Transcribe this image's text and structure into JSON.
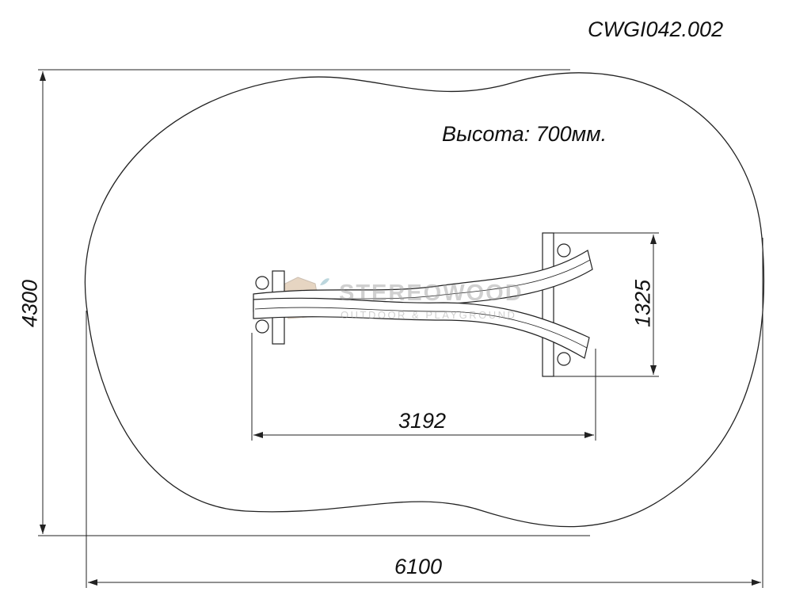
{
  "drawing_code": "CWGI042.002",
  "height_note": "Высота: 700мм.",
  "dimensions": {
    "overall_width": "6100",
    "overall_depth": "4300",
    "item_length": "3192",
    "item_width": "1325"
  },
  "watermark": {
    "brand": "STEREOWOOD",
    "tagline": "OUTDOOR & PLAYGROUND"
  },
  "colors": {
    "line": "#222222",
    "text": "#111111"
  }
}
